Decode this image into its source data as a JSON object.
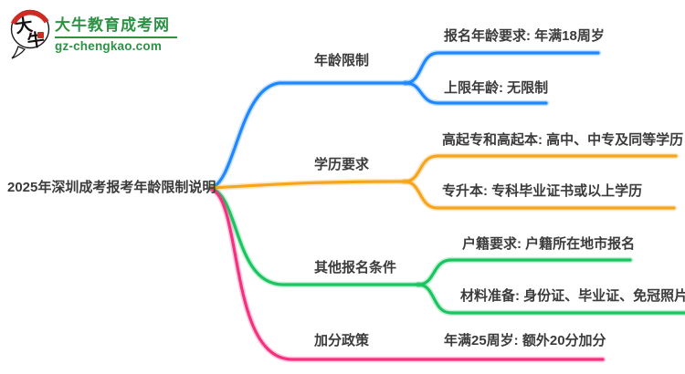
{
  "logo": {
    "site_name": "大牛教育成考网",
    "site_url": "gz-chengkao.com",
    "badge_char_top": "大",
    "badge_char_bottom": "牛",
    "brand_green": "#2e9245",
    "seal_red": "#cf2b24"
  },
  "mindmap": {
    "root_title": "2025年深圳成考报考年龄限制说明",
    "text_color": "#3b3b3b",
    "branches": [
      {
        "label": "年龄限制",
        "color": "#1f87ff",
        "children": [
          "报名年龄要求: 年满18周岁",
          "上限年龄: 无限制"
        ]
      },
      {
        "label": "学历要求",
        "color": "#f6a51f",
        "children": [
          "高起专和高起本: 高中、中专及同等学历",
          "专升本: 专科毕业证书或以上学历"
        ]
      },
      {
        "label": "其他报名条件",
        "color": "#19c55f",
        "children": [
          "户籍要求: 户籍所在地市报名",
          "材料准备: 身份证、毕业证、免冠照片"
        ]
      },
      {
        "label": "加分政策",
        "color": "#f5317f",
        "children": [
          "年满25周岁: 额外20分加分"
        ]
      }
    ]
  }
}
